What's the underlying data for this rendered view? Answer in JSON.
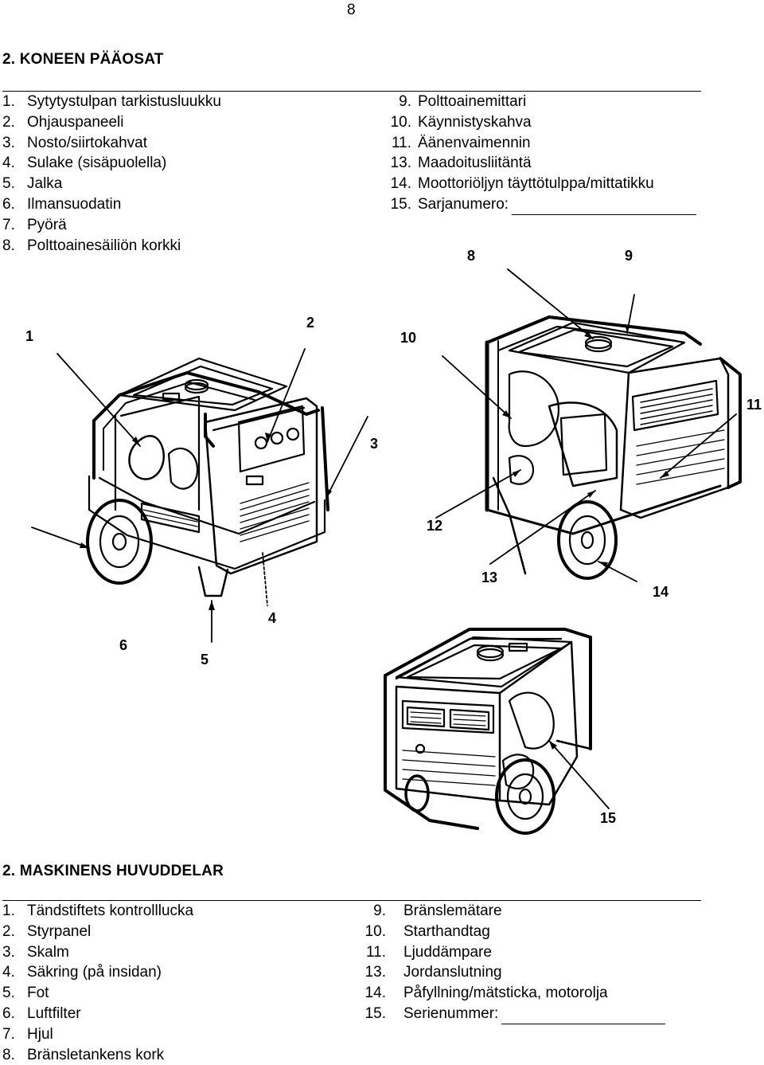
{
  "page_number": "8",
  "finnish": {
    "title": "2. KONEEN PÄÄOSAT",
    "left_items": [
      {
        "num": "1.",
        "label": "Sytytystulpan tarkistusluukku"
      },
      {
        "num": "2.",
        "label": "Ohjauspaneeli"
      },
      {
        "num": "3.",
        "label": "Nosto/siirtokahvat"
      },
      {
        "num": "4.",
        "label": "Sulake (sisäpuolella)"
      },
      {
        "num": "5.",
        "label": "Jalka"
      },
      {
        "num": "6.",
        "label": "Ilmansuodatin"
      },
      {
        "num": "7.",
        "label": "Pyörä"
      },
      {
        "num": "8.",
        "label": "Polttoainesäiliön korkki"
      }
    ],
    "right_items": [
      {
        "num": "9.",
        "label": "Polttoainemittari"
      },
      {
        "num": "10.",
        "label": "Käynnistyskahva"
      },
      {
        "num": "11.",
        "label": "Äänenvaimennin"
      },
      {
        "num": "13.",
        "label": "Maadoitusliitäntä"
      },
      {
        "num": "14.",
        "label": "Moottoriöljyn täyttötulppa/mittatikku"
      },
      {
        "num": "15.",
        "label": "Sarjanumero:"
      }
    ]
  },
  "callouts": {
    "c1": "1",
    "c2": "2",
    "c3": "3",
    "c4": "4",
    "c5": "5",
    "c6": "6",
    "c8": "8",
    "c9": "9",
    "c10": "10",
    "c11": "11",
    "c12": "12",
    "c13": "13",
    "c14": "14",
    "c15": "15"
  },
  "swedish": {
    "title": "2. MASKINENS HUVUDDELAR",
    "left_items": [
      {
        "num": "1.",
        "label": "Tändstiftets kontrolllucka"
      },
      {
        "num": "2.",
        "label": "Styrpanel"
      },
      {
        "num": "3.",
        "label": "Skalm"
      },
      {
        "num": "4.",
        "label": "Säkring (på insidan)"
      },
      {
        "num": "5.",
        "label": "Fot"
      },
      {
        "num": "6.",
        "label": "Luftfilter"
      },
      {
        "num": "7.",
        "label": "Hjul"
      },
      {
        "num": "8.",
        "label": "Bränsletankens kork"
      }
    ],
    "right_items": [
      {
        "num": "9.",
        "label": "Bränslemätare"
      },
      {
        "num": "10.",
        "label": "Starthandtag"
      },
      {
        "num": "11.",
        "label": "Ljuddämpare"
      },
      {
        "num": "13.",
        "label": "Jordanslutning"
      },
      {
        "num": "14.",
        "label": "Påfyllning/mätsticka, motorolja"
      },
      {
        "num": "15.",
        "label": "Serienummer:"
      }
    ]
  }
}
